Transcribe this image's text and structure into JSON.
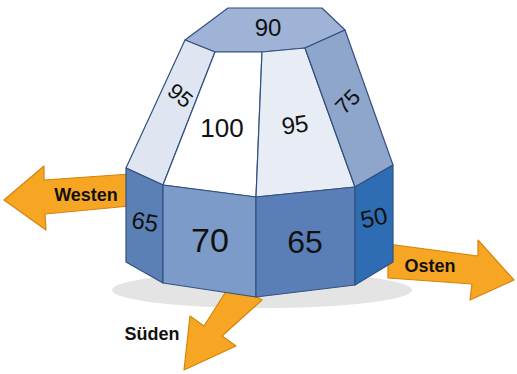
{
  "diagram": {
    "nodes": [
      {
        "text": [
          "90"
        ]
      },
      {
        "text": [
          "95"
        ]
      },
      {
        "text": [
          "100"
        ]
      },
      {
        "text": [
          "95"
        ]
      },
      {
        "text": [
          "75"
        ]
      },
      {
        "text": [
          "Westen"
        ]
      },
      {
        "text": [
          "65"
        ]
      },
      {
        "text": [
          "70"
        ]
      },
      {
        "text": [
          "65"
        ]
      },
      {
        "text": [
          "50"
        ]
      },
      {
        "text": [
          "Osten"
        ]
      },
      {
        "text": [
          "Süden"
        ]
      }
    ]
  }
}
